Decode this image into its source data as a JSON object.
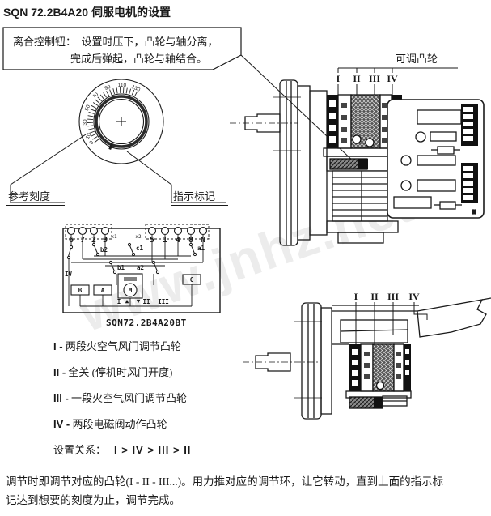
{
  "title": "SQN 72.2B4A20 伺服电机的设置",
  "callout": {
    "line1": "离合控制钮：  设置时压下，凸轮与轴分离，",
    "line2": "完成后弹起，凸轮与轴结合。"
  },
  "dial": {
    "numbers": [
      "0",
      "10",
      "30",
      "50",
      "70",
      "90",
      "110",
      "130"
    ],
    "center_mark": "+",
    "reference_label": "参考刻度",
    "indicator_label": "指示标记"
  },
  "top_motor": {
    "cams_label": "可调凸轮",
    "numerals": [
      "I",
      "II",
      "III",
      "IV"
    ],
    "pcb_n": "N"
  },
  "bottom_motor": {
    "numerals": [
      "I",
      "II",
      "III",
      "IV"
    ]
  },
  "wiring": {
    "left_terminals": [
      "6",
      "7",
      "2",
      "3"
    ],
    "right_terminals": [
      "5",
      "1",
      "4",
      "8",
      "N"
    ],
    "x1": "x1",
    "x2": "x2",
    "contacts": {
      "iv": "IV",
      "b2": "b2",
      "c1": "c1",
      "a1": "a1",
      "b1": "b1",
      "a2": "a2"
    },
    "box_b": "B",
    "box_a": "A",
    "box_c": "C",
    "motor": "M",
    "bottom_labels": [
      "I",
      "▲",
      "▼",
      "II",
      "III"
    ],
    "caption": "SQN72.2B4A20BT"
  },
  "cam_list": {
    "items": [
      {
        "numeral": "I -",
        "text": "两段火空气风门调节凸轮"
      },
      {
        "numeral": "II -",
        "text": "全关 (停机时风门开度)"
      },
      {
        "numeral": "III -",
        "text": "一段火空气风门调节凸轮"
      },
      {
        "numeral": "IV -",
        "text": "两段电磁阀动作凸轮"
      }
    ],
    "relation_label": "设置关系：",
    "relation_value": "I > IV > III > II"
  },
  "footer": {
    "line1": "调节时即调节对应的凸轮(I - II - III...)。用力推对应的调节环，让它转动，直到上面的指示标",
    "line2": "记达到想要的刻度为止，调节完成。"
  },
  "watermark": "www.jnhz.net",
  "colors": {
    "ink": "#1a1a1a",
    "watermark": "#ececec"
  }
}
